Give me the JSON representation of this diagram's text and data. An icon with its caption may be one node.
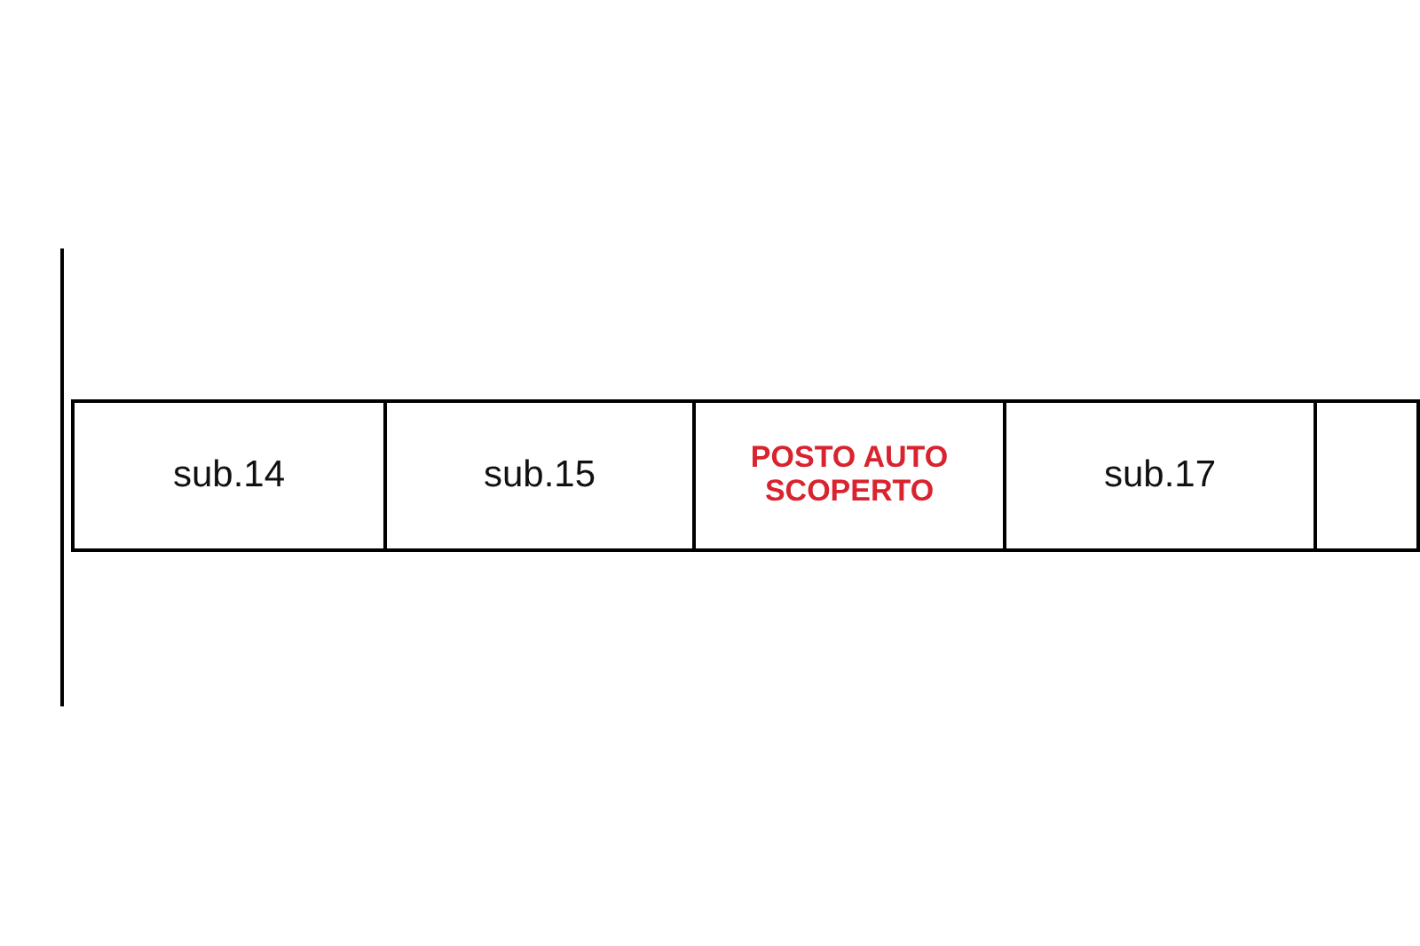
{
  "diagram": {
    "nodes": [
      {
        "text": [
          "sub.14"
        ]
      },
      {
        "text": [
          "sub.15"
        ]
      },
      {
        "text": [
          "POSTO AUTO SCOPERTO"
        ]
      },
      {
        "text": [
          "sub.17"
        ]
      },
      {
        "text": [],
        "shape": "box"
      }
    ]
  }
}
